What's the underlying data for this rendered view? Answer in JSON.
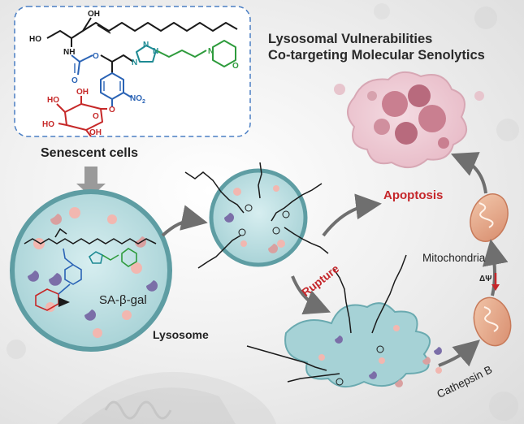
{
  "title": {
    "line1": "Lysosomal Vulnerabilities",
    "line2": "Co-targeting Molecular Senolytics"
  },
  "labels": {
    "senescent_cells": "Senescent cells",
    "lysosome": "Lysosome",
    "sa_beta_gal": "SA-β-gal",
    "apoptosis": "Apoptosis",
    "rupture": "Rupture",
    "mitochondria": "Mitochondria",
    "delta_psi": "ΔΨ",
    "cathepsin_b": "Cathepsin B"
  },
  "molecule_atoms": {
    "oh_top": "OH",
    "ho_left": "HO",
    "nh": "NH",
    "o_carbonyl": "O",
    "o_ester": "O",
    "n1": "N",
    "n2": "N",
    "n3": "N",
    "n_morph": "N",
    "o_morph": "O",
    "no2": "NO",
    "no2_sub": "2",
    "o_gly": "O",
    "sugar_oh1": "HO",
    "sugar_oh2": "OH",
    "sugar_oh3": "HO",
    "sugar_oh4": "OH",
    "sugar_o": "O"
  },
  "colors": {
    "molecule_black": "#1a1a1a",
    "carbamate_blue": "#2a63b5",
    "triazole_teal": "#1e8a93",
    "morpholine_green": "#2e9b3c",
    "sugar_red": "#c62828",
    "lysosome_fill": "#b9dde0",
    "lysosome_rim": "#6aaab0",
    "apoptotic_cell": "#c9808f",
    "mitochondria": "#e3a88a",
    "accent_red": "#c5262a",
    "arrow_gray": "#7a7a7a"
  }
}
